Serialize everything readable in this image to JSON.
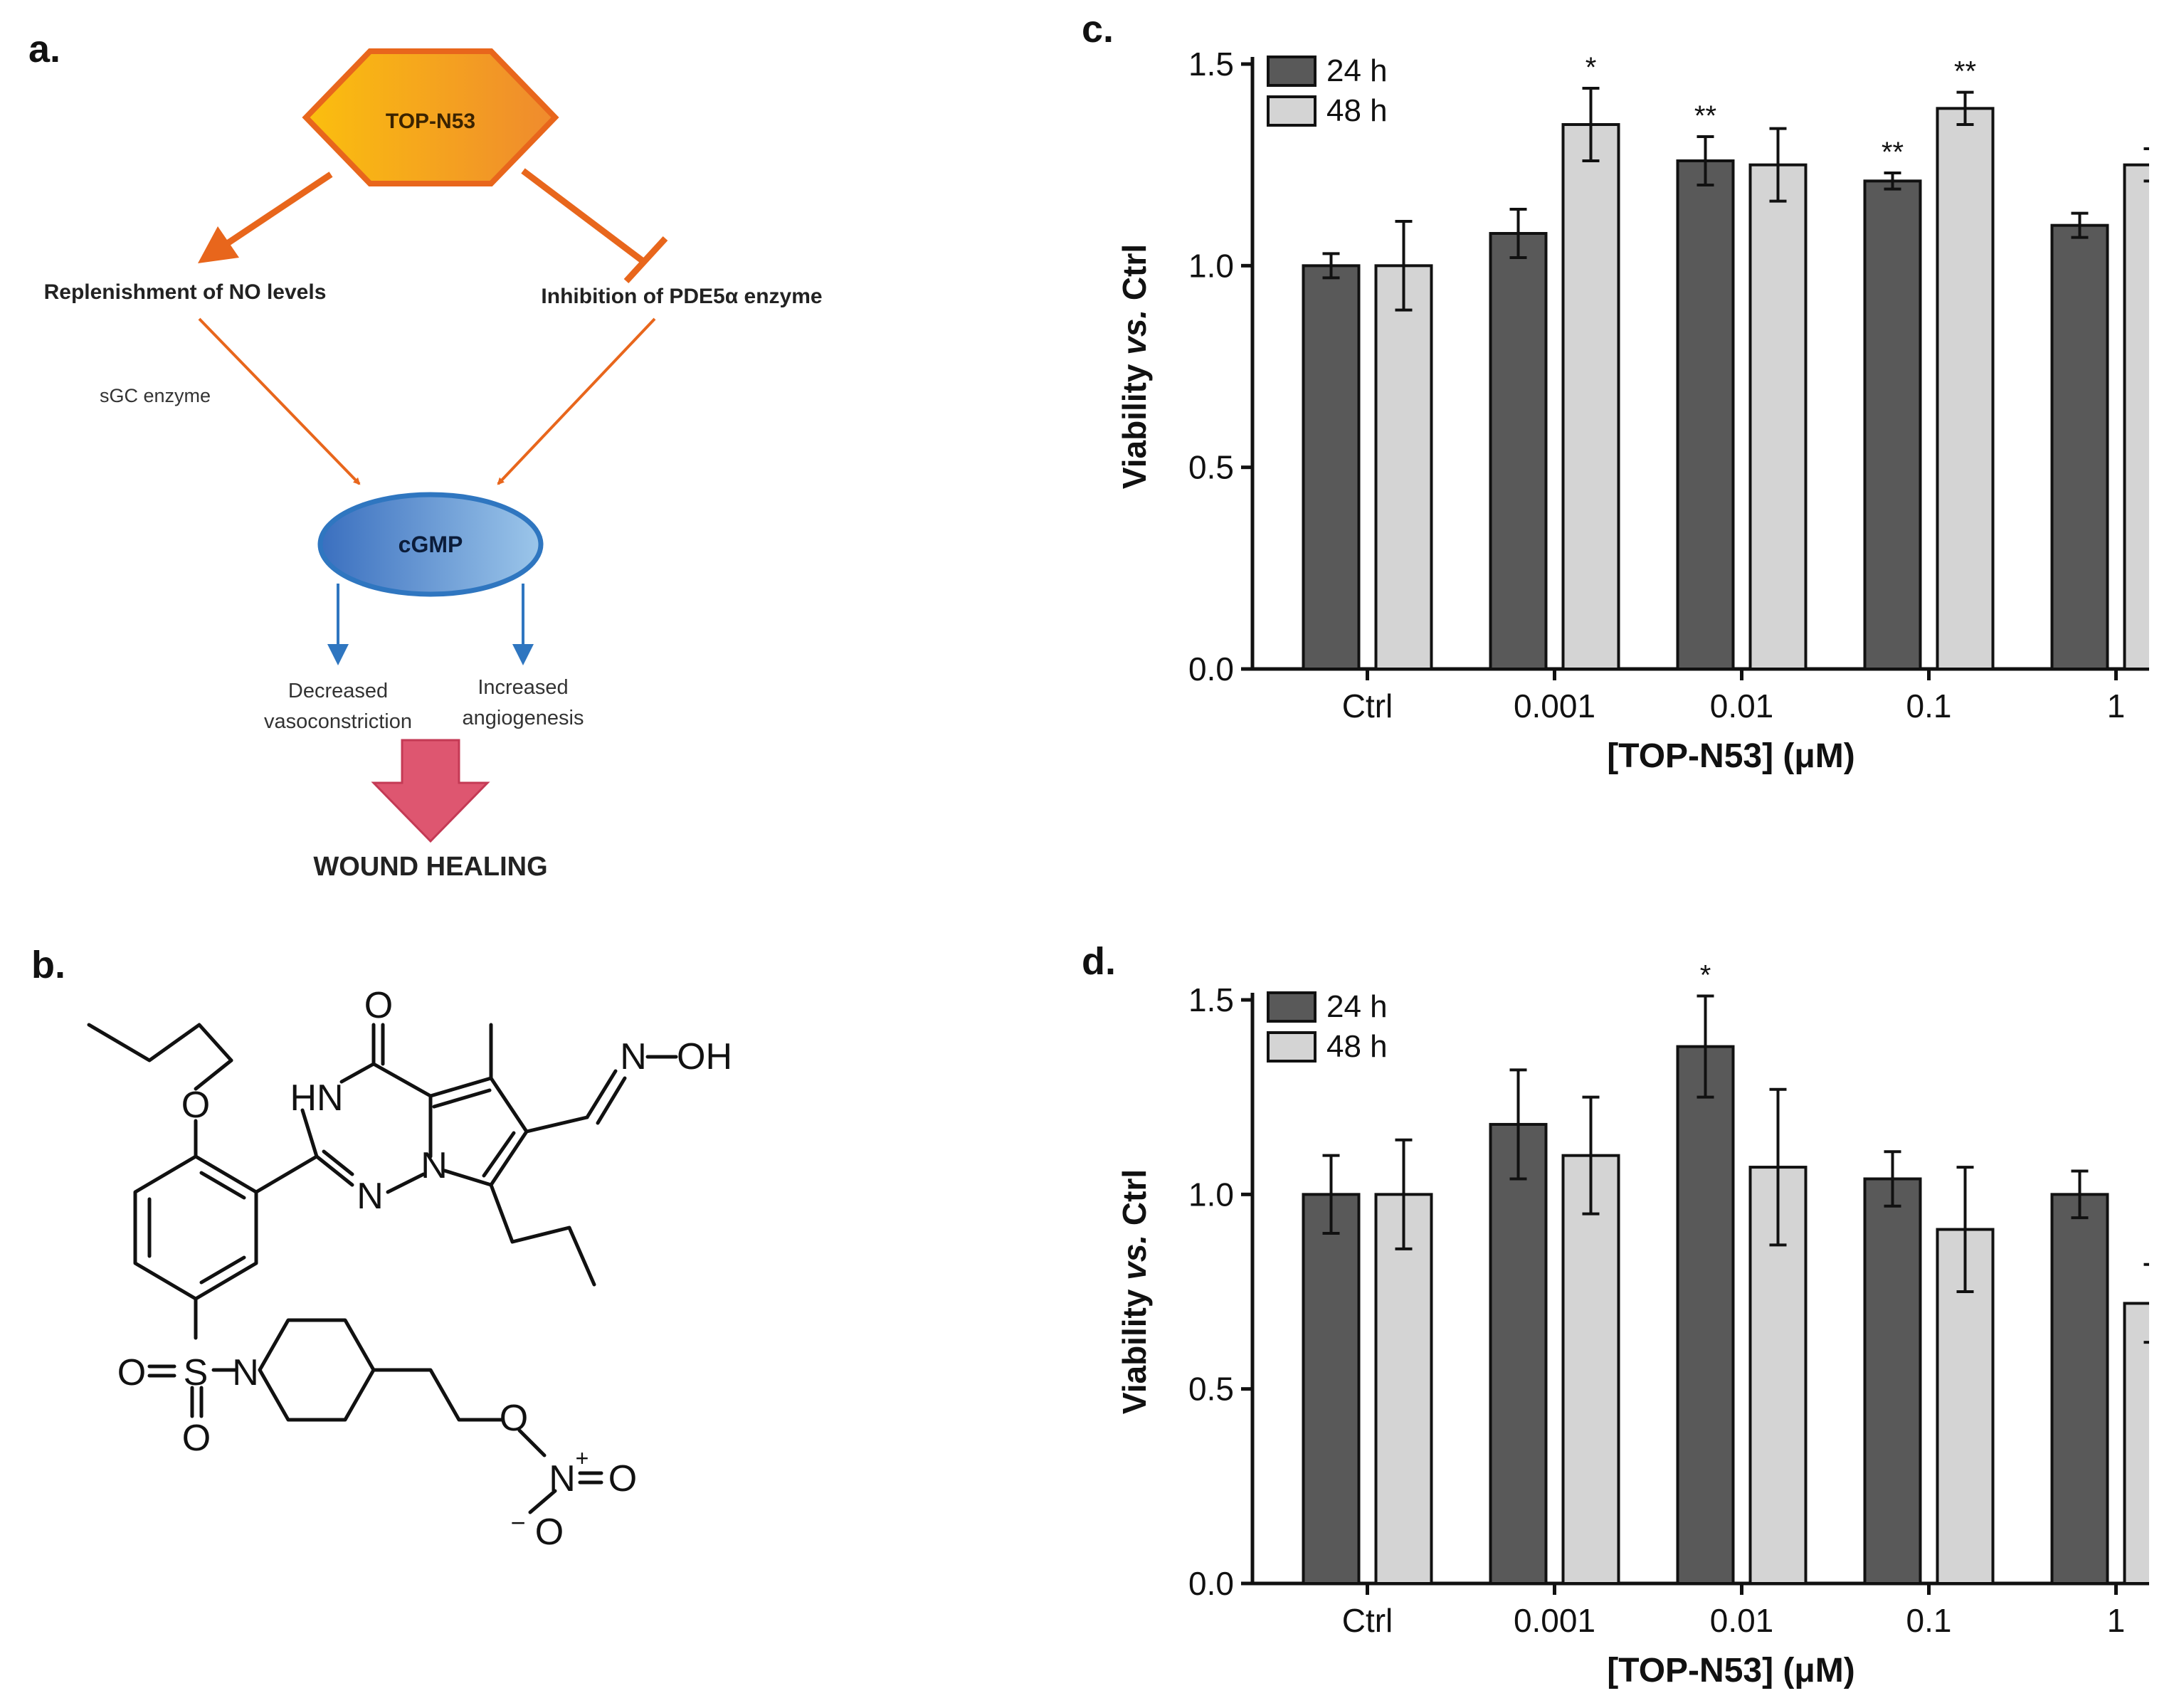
{
  "panels": {
    "a": "a.",
    "b": "b.",
    "c": "c.",
    "d": "d."
  },
  "diagram": {
    "drug": "TOP-N53",
    "left_effect": "Replenishment of NO levels",
    "right_effect": "Inhibition of PDE5α enzyme",
    "mediator_label": "sGC enzyme",
    "second_messenger": "cGMP",
    "outcome_left_line1": "Decreased",
    "outcome_left_line2": "vasoconstriction",
    "outcome_right_line1": "Increased",
    "outcome_right_line2": "angiogenesis",
    "final": "WOUND HEALING",
    "colors": {
      "orange": "#e8661c",
      "hex_fill_start": "#fbbf0e",
      "hex_fill_end": "#ef8a2e",
      "blue": "#2f76c0",
      "ellipse_start": "#3a6fbf",
      "ellipse_end": "#9cc6ea",
      "red_arrow": "#de5670"
    }
  },
  "molecule": {
    "atoms": {
      "O_carbonyl": "O",
      "HN": "HN",
      "N_oxime": "N",
      "OH": "OH",
      "O_ether": "O",
      "N_ring1": "N",
      "N_ring2": "N",
      "O_sulfonyl_left": "O",
      "S": "S",
      "N_pip": "N",
      "O_sulfonyl_bottom": "O",
      "O_nitrate": "O",
      "N_plus": "N",
      "plus": "+",
      "O_nitrate_right": "O",
      "O_minus": "O",
      "minus": "−"
    }
  },
  "chart_data": [
    {
      "panel": "c.",
      "type": "bar",
      "categories": [
        "Ctrl",
        "0.001",
        "0.01",
        "0.1",
        "1"
      ],
      "xlabel": "[TOP-N53] (μM)",
      "ylabel_parts": [
        "Viability ",
        "vs.",
        " Ctrl"
      ],
      "ylim": [
        0,
        1.5
      ],
      "yticks": [
        "0.0",
        "0.5",
        "1.0",
        "1.5"
      ],
      "legend_position": "top-left",
      "series": [
        {
          "name": "24 h",
          "color": "#595959",
          "values": [
            1.0,
            1.08,
            1.26,
            1.21,
            1.1
          ],
          "errors": [
            0.03,
            0.06,
            0.06,
            0.02,
            0.03
          ],
          "sig": [
            "",
            "",
            "**",
            "**",
            ""
          ]
        },
        {
          "name": "48 h",
          "color": "#d4d4d4",
          "values": [
            1.0,
            1.35,
            1.25,
            1.39,
            1.25
          ],
          "errors": [
            0.11,
            0.09,
            0.09,
            0.04,
            0.04
          ],
          "sig": [
            "",
            "*",
            "",
            "**",
            ""
          ]
        }
      ]
    },
    {
      "panel": "d.",
      "type": "bar",
      "categories": [
        "Ctrl",
        "0.001",
        "0.01",
        "0.1",
        "1"
      ],
      "xlabel": "[TOP-N53] (μM)",
      "ylabel_parts": [
        "Viability ",
        "vs.",
        " Ctrl"
      ],
      "ylim": [
        0,
        1.5
      ],
      "yticks": [
        "0.0",
        "0.5",
        "1.0",
        "1.5"
      ],
      "legend_position": "top-left",
      "series": [
        {
          "name": "24 h",
          "color": "#595959",
          "values": [
            1.0,
            1.18,
            1.38,
            1.04,
            1.0
          ],
          "errors": [
            0.1,
            0.14,
            0.13,
            0.07,
            0.06
          ],
          "sig": [
            "",
            "",
            "*",
            "",
            ""
          ]
        },
        {
          "name": "48 h",
          "color": "#d4d4d4",
          "values": [
            1.0,
            1.1,
            1.07,
            0.91,
            0.72
          ],
          "errors": [
            0.14,
            0.15,
            0.2,
            0.16,
            0.1
          ],
          "sig": [
            "",
            "",
            "",
            "",
            ""
          ]
        }
      ]
    }
  ]
}
